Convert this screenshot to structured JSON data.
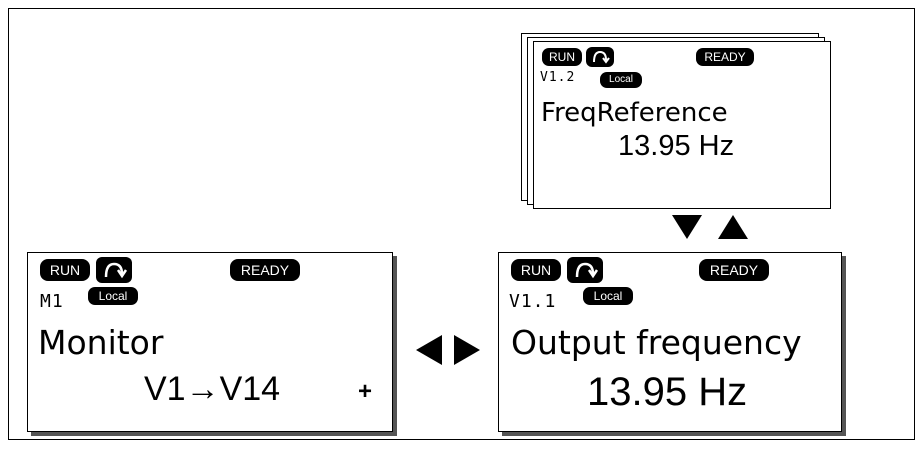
{
  "indicators": {
    "run": "RUN",
    "ready": "READY",
    "local": "Local",
    "direction_icon": "rotation-arrow-icon"
  },
  "panels": {
    "monitor": {
      "code": "M1",
      "title": "Monitor",
      "value": "V1→V14"
    },
    "output": {
      "code": "V1.1",
      "title": "Output frequency",
      "value": "13.95 Hz"
    },
    "reference": {
      "code": "V1.2",
      "title": "FreqReference",
      "value": "13.95 Hz"
    }
  },
  "navigation": {
    "left_right_icon": "left-right-triangles-icon",
    "down_up_icon": "down-up-triangles-icon",
    "plus_icon": "plus-icon"
  }
}
